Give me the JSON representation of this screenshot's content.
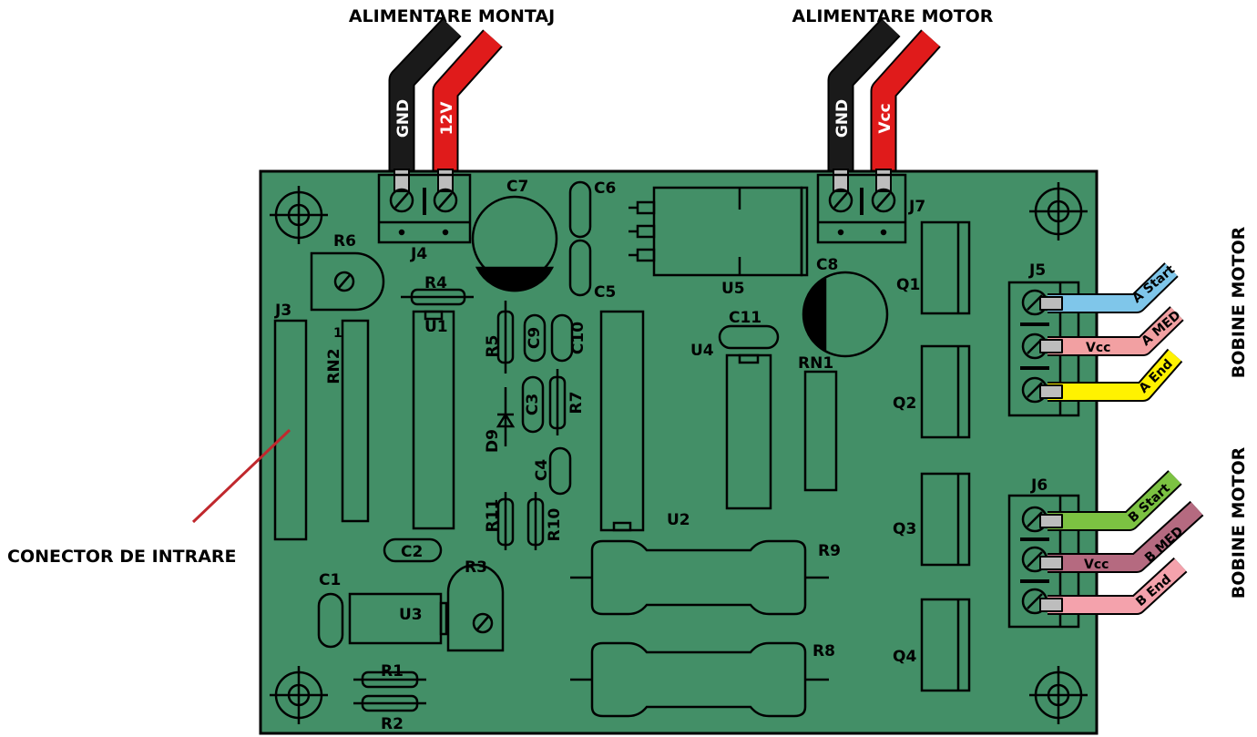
{
  "captions": {
    "supply_board": "ALIMENTARE MONTAJ",
    "supply_motor": "ALIMENTARE MOTOR",
    "coils_a": "BOBINE MOTOR",
    "coils_b": "BOBINE MOTOR",
    "input_connector": "CONECTOR DE INTRARE"
  },
  "wire_labels": {
    "j4_gnd": "GND",
    "j4_12v": "12V",
    "j7_gnd": "GND",
    "j7_vcc": "Vcc",
    "a_start": "A Start",
    "a_med": "A MED",
    "a_vcc": "Vcc",
    "a_end": "A End",
    "b_start": "B Start",
    "b_med": "B MED",
    "b_vcc": "Vcc",
    "b_end": "B End"
  },
  "components": {
    "J3": "J3",
    "J4": "J4",
    "J5": "J5",
    "J6": "J6",
    "J7": "J7",
    "R1": "R1",
    "R2": "R2",
    "R3": "R3",
    "R4": "R4",
    "R5": "R5",
    "R6": "R6",
    "R7": "R7",
    "R8": "R8",
    "R9": "R9",
    "R10": "R10",
    "R11": "R11",
    "C1": "C1",
    "C2": "C2",
    "C3": "C3",
    "C4": "C4",
    "C5": "C5",
    "C6": "C6",
    "C7": "C7",
    "C8": "C8",
    "C9": "C9",
    "C10": "C10",
    "C11": "C11",
    "U1": "U1",
    "U2": "U2",
    "U3": "U3",
    "U4": "U4",
    "U5": "U5",
    "Q1": "Q1",
    "Q2": "Q2",
    "Q3": "Q3",
    "Q4": "Q4",
    "RN1": "RN1",
    "RN2": "RN2",
    "D9": "D9",
    "pin1": "1"
  },
  "colors": {
    "board": "#438f67",
    "wire_black": "#1a1a1a",
    "wire_red": "#e01b1b",
    "a_start": "#7fc6ea",
    "a_med": "#f2a0a2",
    "a_end": "#fff200",
    "b_start": "#7cc242",
    "b_med": "#b56a80",
    "b_end": "#f4a2ac",
    "pointer": "#c0282d"
  }
}
